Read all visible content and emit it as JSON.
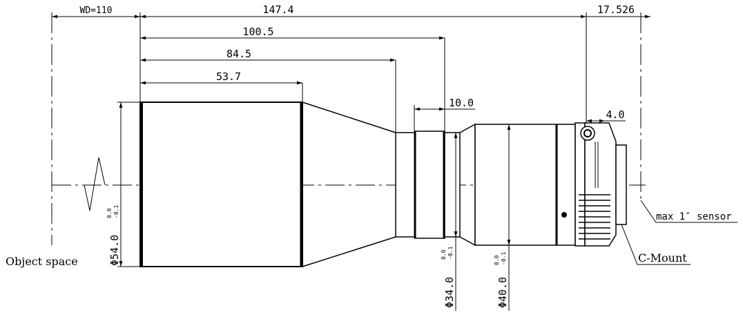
{
  "dimensions": {
    "wd": "WD=110",
    "total_length": "147.4",
    "flange_back": "17.526",
    "len_100": "100.5",
    "len_84": "84.5",
    "len_53": "53.7",
    "len_10": "10.0",
    "len_4": "4.0"
  },
  "diameters": {
    "d54": "Φ54.0",
    "d34": "Φ34.0",
    "d40": "Φ40.0",
    "tol_upper": "0.0",
    "tol_lower": "-0.1"
  },
  "labels": {
    "object_space": "Object space",
    "sensor": "max 1″ sensor",
    "mount": "C-Mount"
  }
}
